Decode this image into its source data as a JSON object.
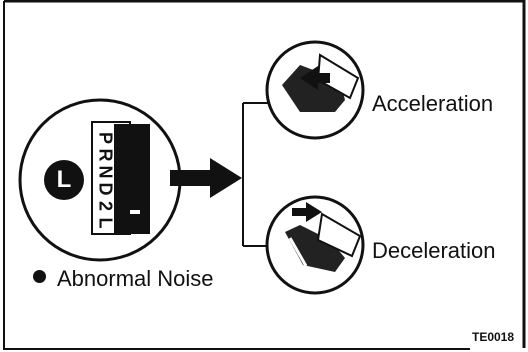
{
  "diagram": {
    "code": "TE0018",
    "gear_selector": {
      "positions": [
        "P",
        "R",
        "N",
        "D",
        "2",
        "L"
      ],
      "badge": "L"
    },
    "labels": {
      "acceleration": "Acceleration",
      "deceleration": "Deceleration",
      "abnormal_noise": "Abnormal Noise"
    },
    "icons": [
      "arrow-right-icon",
      "accelerator-pedal-icon",
      "brake-pedal-icon"
    ]
  }
}
